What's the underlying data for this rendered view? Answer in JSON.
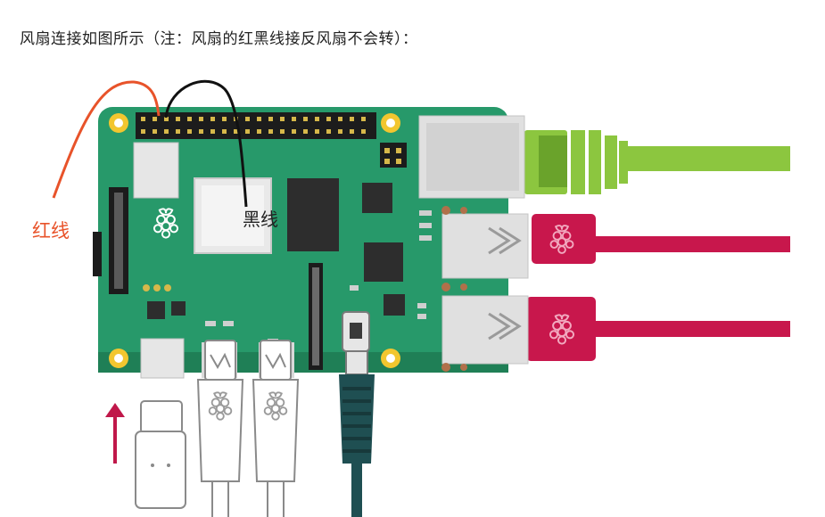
{
  "caption": "风扇连接如图所示（注：风扇的红黑线接反风扇不会转）：",
  "labels": {
    "red_wire": "红线",
    "black_wire": "黑线"
  },
  "colors": {
    "board": "#27996a",
    "red_wire": "#e8532a",
    "black_wire": "#111111",
    "ethernet_cable": "#8cc63f",
    "usb_cable": "#c8174c",
    "audio_cable": "#1f4f52",
    "power_arrow": "#c0184a"
  },
  "icons": [
    "raspberry-logo-icon",
    "power-direction-arrow-icon"
  ]
}
